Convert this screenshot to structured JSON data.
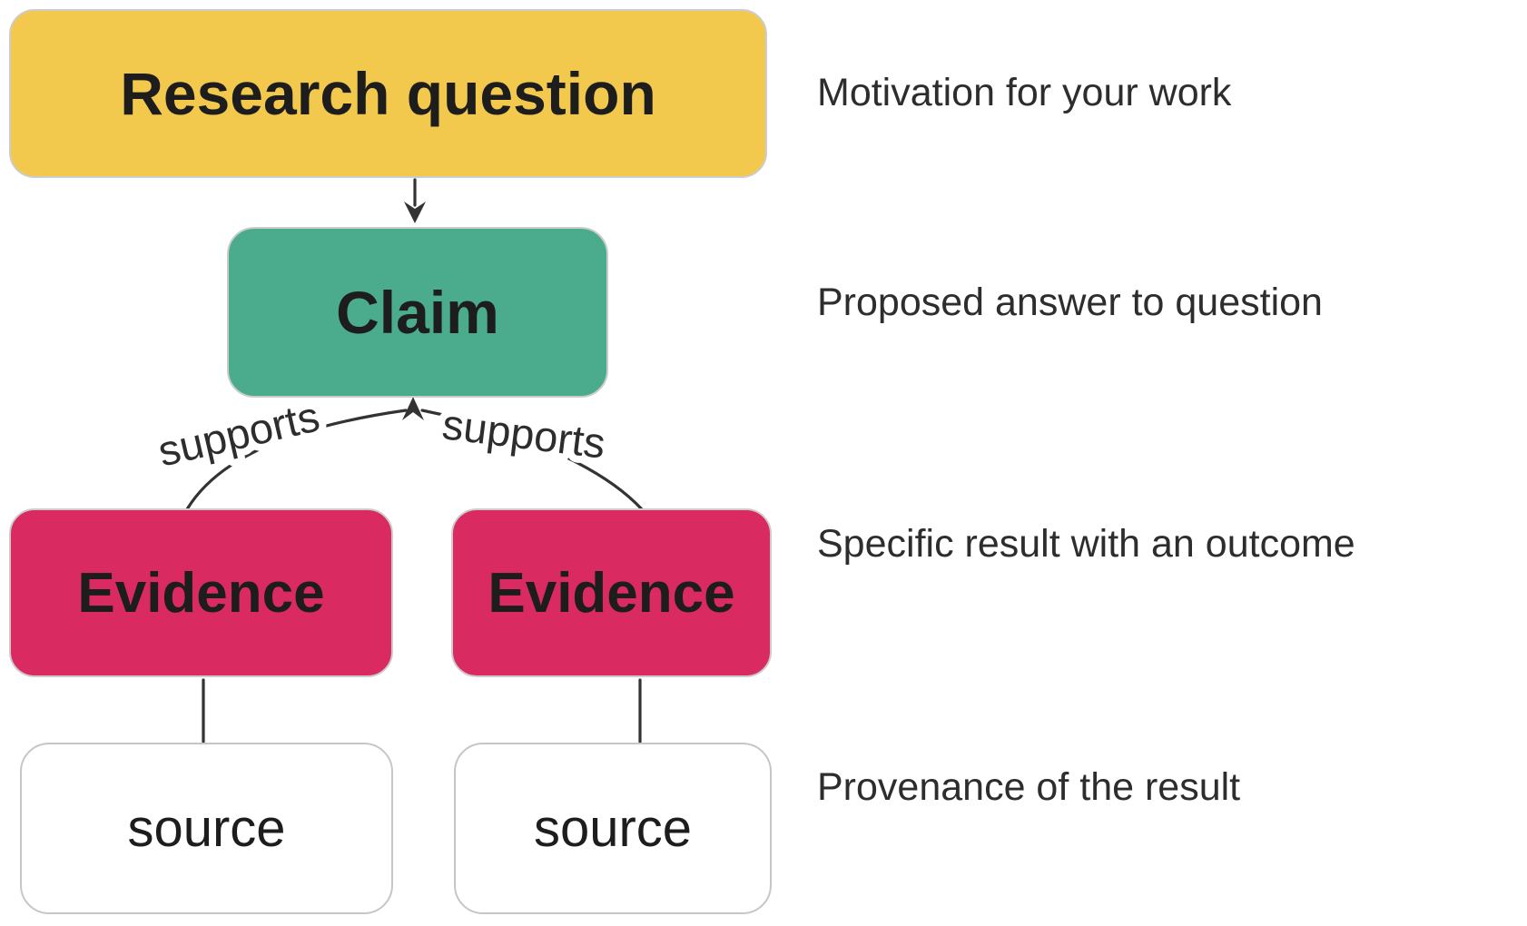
{
  "diagram": {
    "nodes": {
      "research_question": {
        "label": "Research question",
        "color": "#F2C94C"
      },
      "claim": {
        "label": "Claim",
        "color": "#4BAB8D"
      },
      "evidence_left": {
        "label": "Evidence",
        "color": "#D92A62"
      },
      "evidence_right": {
        "label": "Evidence",
        "color": "#D92A62"
      },
      "source_left": {
        "label": "source",
        "color": "#FFFFFF"
      },
      "source_right": {
        "label": "source",
        "color": "#FFFFFF"
      }
    },
    "edge_labels": {
      "supports_left": "supports",
      "supports_right": "supports"
    },
    "annotations": {
      "research_question": "Motivation for your work",
      "claim": "Proposed answer to question",
      "evidence": "Specific result with an outcome",
      "source": "Provenance of the result"
    },
    "connector_color": "#333333"
  }
}
